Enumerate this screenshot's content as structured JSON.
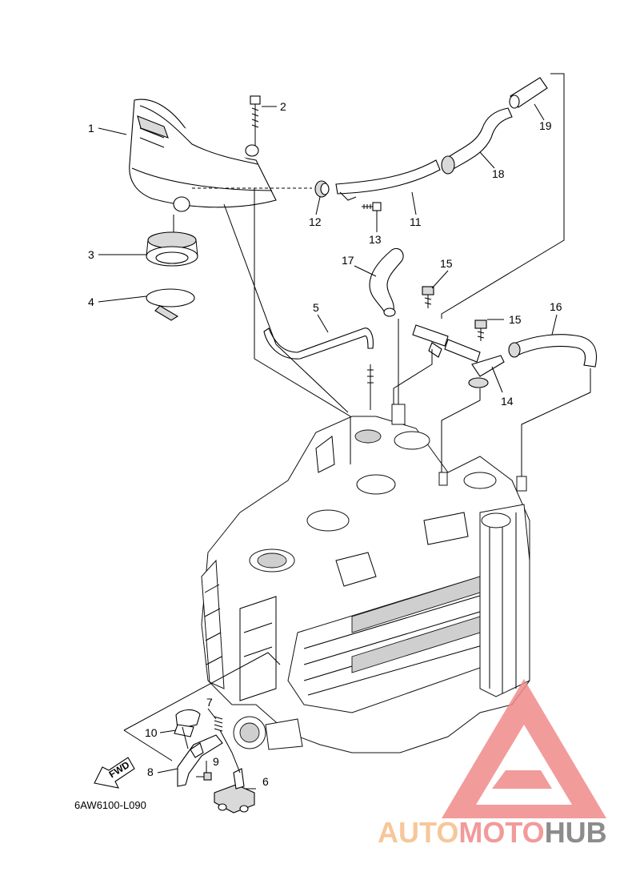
{
  "diagram_code": "6AW6100-L090",
  "direction_label": "FWD",
  "callouts": [
    {
      "num": "1"
    },
    {
      "num": "2"
    },
    {
      "num": "3"
    },
    {
      "num": "4"
    },
    {
      "num": "5"
    },
    {
      "num": "6"
    },
    {
      "num": "7"
    },
    {
      "num": "8"
    },
    {
      "num": "9"
    },
    {
      "num": "10"
    },
    {
      "num": "11"
    },
    {
      "num": "12"
    },
    {
      "num": "13"
    },
    {
      "num": "14"
    },
    {
      "num": "15"
    },
    {
      "num": "15"
    },
    {
      "num": "16"
    },
    {
      "num": "17"
    },
    {
      "num": "18"
    },
    {
      "num": "19"
    }
  ],
  "watermark": {
    "part_a": "AUTO",
    "part_b": "MOTO",
    "part_c": "HUB",
    "color_a": "#f6c79a",
    "color_b": "#f29a9a",
    "color_c": "#8c8c8c",
    "logo_color": "#f08a8a"
  }
}
